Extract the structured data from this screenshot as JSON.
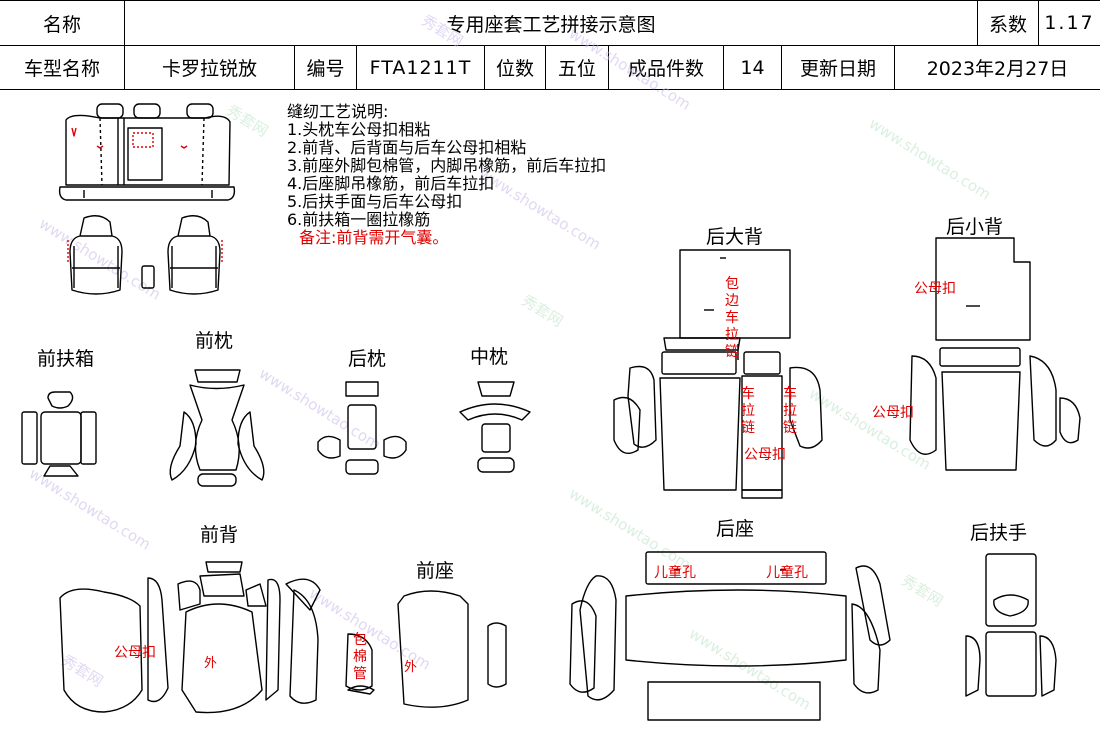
{
  "header": {
    "row1": {
      "name_label": "名称",
      "title": "专用座套工艺拼接示意图",
      "coef_label": "系数",
      "coef_value": "1.17"
    },
    "row2": {
      "model_label": "车型名称",
      "model_value": "卡罗拉锐放",
      "code_label": "编号",
      "code_value": "FTA1211T",
      "seats_label": "位数",
      "seats_value": "五位",
      "pieces_label": "成品件数",
      "pieces_value": "14",
      "date_label": "更新日期",
      "date_value": "2023年2月27日"
    }
  },
  "notes": {
    "title": "缝纫工艺说明:",
    "items": [
      "1.头枕车公母扣相粘",
      "2.前背、后背面与后车公母扣相粘",
      "3.前座外脚包棉管，内脚吊橡筋，前后车拉扣",
      "4.后座脚吊橡筋，前后车拉扣",
      "5.后扶手面与后车公母扣",
      "6.前扶箱一圈拉橡筋"
    ],
    "remark": "备注:前背需开气囊。"
  },
  "sections": {
    "front_armrest_box": "前扶箱",
    "front_headrest": "前枕",
    "rear_headrest": "后枕",
    "middle_headrest": "中枕",
    "rear_big_back": "后大背",
    "rear_small_back": "后小背",
    "front_back": "前背",
    "front_seat": "前座",
    "rear_seat": "后座",
    "rear_armrest": "后扶手"
  },
  "annotations": {
    "edge_zipper": "包边车拉链",
    "zipper_left": "车拉链",
    "zipper_right": "车拉链",
    "snap_big_back": "公母扣",
    "snap_small_back_top": "公母扣",
    "snap_small_back_left": "公母扣",
    "snap_front_back": "公母扣",
    "outer_front_back": "外",
    "cotton_tube": "包棉管",
    "outer_front_seat": "外",
    "child_hole_left": "儿童孔",
    "child_hole_right": "儿童孔"
  },
  "watermark": {
    "brand": "秀套网",
    "site": "www.showtao.com"
  },
  "colors": {
    "annotation_red": "#e00000",
    "line": "#000000"
  }
}
